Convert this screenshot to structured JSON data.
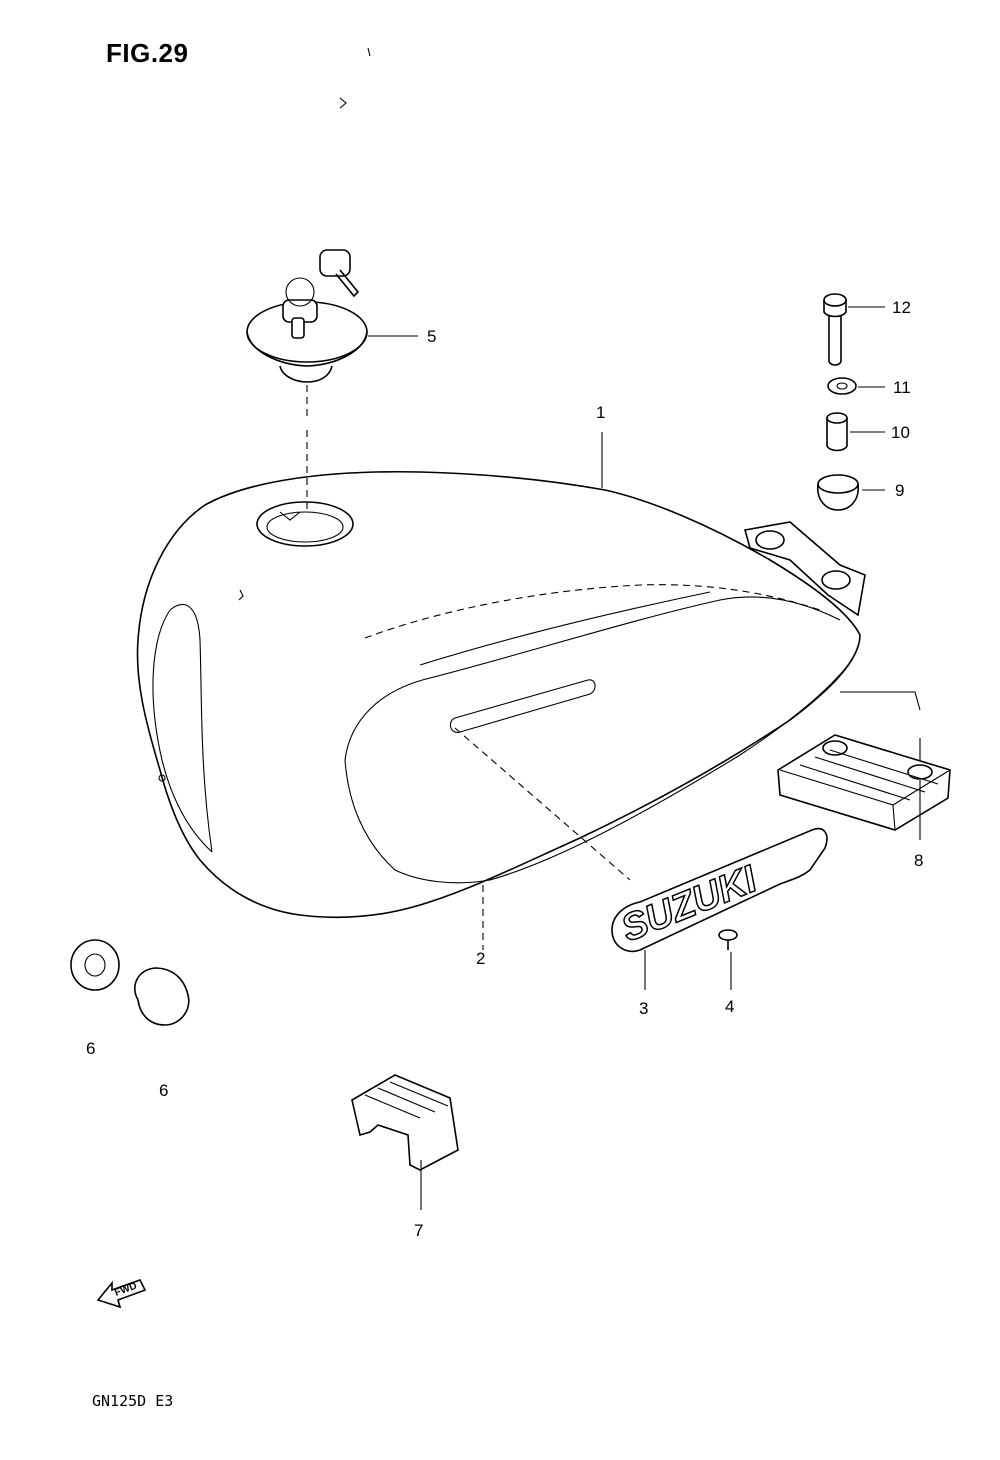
{
  "figure": {
    "title": "FIG.29",
    "model_code": "GN125D E3",
    "emblem_text": "SUZUKI",
    "direction_marker": "FWD"
  },
  "callouts": [
    "1",
    "2",
    "3",
    "4",
    "5",
    "6",
    "6",
    "7",
    "8",
    "9",
    "10",
    "11",
    "12"
  ]
}
